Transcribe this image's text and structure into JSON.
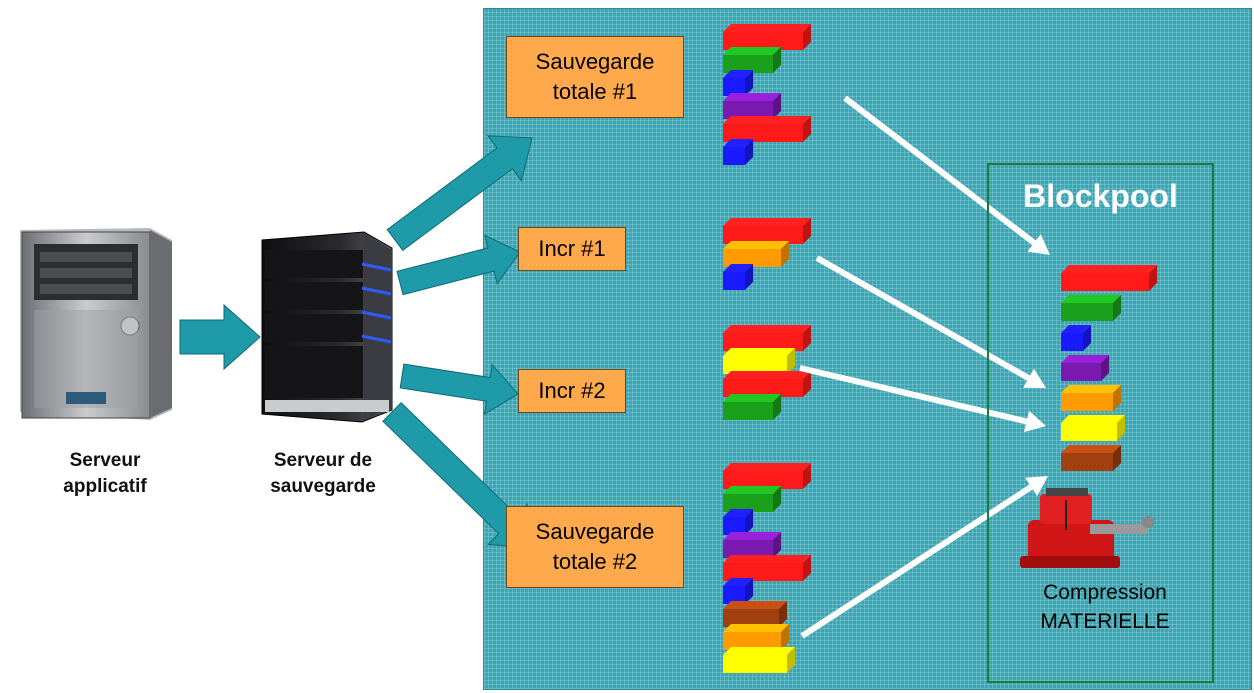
{
  "captions": {
    "app_server": "Serveur\napplicatif",
    "backup_server": "Serveur de\nsauvegarde"
  },
  "backups": [
    {
      "label": "Sauvegarde\ntotale  #1"
    },
    {
      "label": "Incr #1"
    },
    {
      "label": "Incr #2"
    },
    {
      "label": "Sauvegarde\ntotale #2"
    }
  ],
  "blockpool": {
    "title": "Blockpool",
    "compression_label": "Compression\nMATERIELLE"
  },
  "colors": {
    "panel": "#3aa6b4",
    "arrow": "#1f9aa8",
    "label_fill": "#ffa94d",
    "pool_border": "#1f7a3e",
    "red": "#ff1a1a",
    "green": "#1aa01a",
    "blue": "#1a1aff",
    "purple": "#7a1ab0",
    "orange": "#ff9a00",
    "yellow": "#ffff00",
    "brown": "#a04010"
  },
  "block_groups": [
    [
      "red",
      "green",
      "blue",
      "purple",
      "red",
      "blue"
    ],
    [
      "red",
      "orange",
      "blue"
    ],
    [
      "red",
      "yellow",
      "red",
      "green"
    ],
    [
      "red",
      "green",
      "blue",
      "purple",
      "red",
      "blue",
      "brown",
      "orange",
      "yellow"
    ]
  ],
  "pool_blocks": [
    "red",
    "green",
    "blue",
    "purple",
    "orange",
    "yellow",
    "brown"
  ],
  "icons": [
    "tower-server-icon",
    "rack-server-icon",
    "bench-vise-icon"
  ]
}
